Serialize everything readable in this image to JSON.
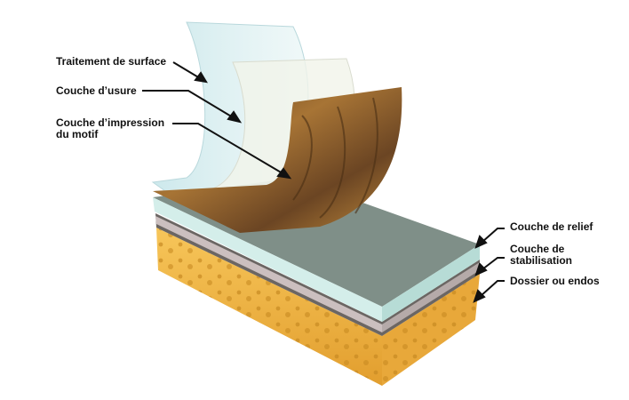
{
  "labels": {
    "surface_treatment": "Traitement de surface",
    "wear_layer": "Couche d’usure",
    "print_layer_1": "Couche d’impression",
    "print_layer_2": "du motif",
    "relief_layer": "Couche de relief",
    "stabilisation_1": "Couche de",
    "stabilisation_2": "stabilisation",
    "backing": "Dossier ou endos"
  },
  "colors": {
    "relief": "#cfeae6",
    "stabilisation": "#c9bcbc",
    "backing": "#f0b44a",
    "wood": "#8a5a2b",
    "top_surface": "#7f8f88"
  }
}
